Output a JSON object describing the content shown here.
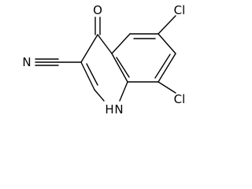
{
  "molecule": {
    "atoms": {
      "oxygen": "O",
      "chlorine_top": "Cl",
      "chlorine_bottom": "Cl",
      "nitrogen_nitrile": "N",
      "nh": "H",
      "nh_n": "N"
    },
    "colors": {
      "bond": "#000000",
      "label": "#000000",
      "background": "#ffffff"
    }
  }
}
